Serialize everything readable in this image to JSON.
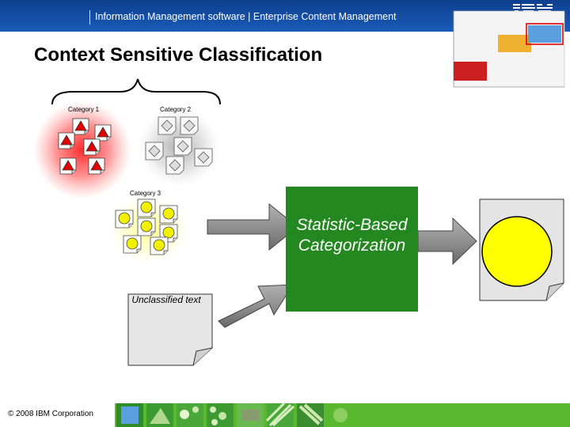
{
  "header": {
    "text": "Information Management software | Enterprise Content Management",
    "logo": "ibm-logo"
  },
  "slide": {
    "title": "Context Sensitive Classification"
  },
  "categories": [
    {
      "label": "Category 1",
      "color": "#e00000"
    },
    {
      "label": "Category 2",
      "color": "#c8c8c8"
    },
    {
      "label": "Category 3",
      "color": "#f0f000"
    }
  ],
  "process": {
    "label": "Statistic-Based Categorization",
    "color": "#22881f"
  },
  "input": {
    "label": "Unclassified text"
  },
  "footer": {
    "copyright": "© 2008 IBM Corporation",
    "color": "#5ab82e"
  },
  "icons": [
    "ibm-logo",
    "arrow-icon",
    "document-icon",
    "brace-icon"
  ]
}
